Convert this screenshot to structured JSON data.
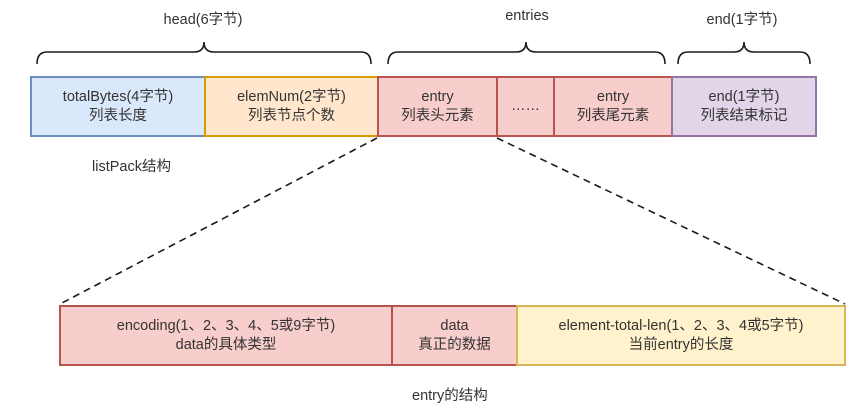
{
  "canvas": {
    "background": "#ffffff",
    "text_color": "#333333",
    "line_color": "#1a1a1a"
  },
  "listpack": {
    "caption": "listPack结构",
    "group_labels": [
      {
        "id": "head",
        "label": "head(6字节)"
      },
      {
        "id": "entries",
        "label": "entries"
      },
      {
        "id": "end",
        "label": "end(1字节)"
      }
    ],
    "boxes": [
      {
        "name": "totalBytes",
        "line1": "totalBytes(4字节)",
        "line2": "列表长度",
        "fill": "#dae8fc",
        "border": "#6c8ebf"
      },
      {
        "name": "elemNum",
        "line1": "elemNum(2字节)",
        "line2": "列表节点个数",
        "fill": "#ffe6cc",
        "border": "#d79b00"
      },
      {
        "name": "entry-head",
        "line1": "entry",
        "line2": "列表头元素",
        "fill": "#f8cecc",
        "border": "#b85450"
      },
      {
        "name": "entry-ellipsis",
        "line1": "……",
        "line2": "",
        "fill": "#f8cecc",
        "border": "#b85450"
      },
      {
        "name": "entry-tail",
        "line1": "entry",
        "line2": "列表尾元素",
        "fill": "#f8cecc",
        "border": "#b85450"
      },
      {
        "name": "end",
        "line1": "end(1字节)",
        "line2": "列表结束标记",
        "fill": "#e1d5e7",
        "border": "#9673a6"
      }
    ]
  },
  "entry_detail": {
    "caption": "entry的结构",
    "boxes": [
      {
        "name": "encoding",
        "line1": "encoding(1、2、3、4、5或9字节)",
        "line2": "data的具体类型",
        "fill": "#f8cecc",
        "border": "#b85450"
      },
      {
        "name": "data",
        "line1": "data",
        "line2": "真正的数据",
        "fill": "#f8cecc",
        "border": "#b85450"
      },
      {
        "name": "element-total-len",
        "line1": "element-total-len(1、2、3、4或5字节)",
        "line2": "当前entry的长度",
        "fill": "#fff2cc",
        "border": "#d6b656"
      }
    ]
  }
}
